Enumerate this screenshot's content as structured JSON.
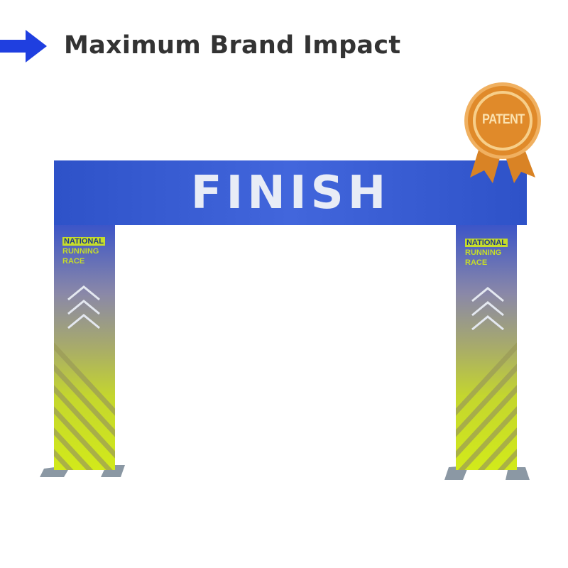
{
  "headline": "Maximum Brand Impact",
  "arch": {
    "banner_text": "FINISH",
    "left_leg": {
      "line1": "NATIONAL",
      "line2": "RUNNING",
      "line3": "RACE"
    },
    "right_leg": {
      "line1": "NATIONAL",
      "line2": "RUNNING",
      "line3": "RACE"
    }
  },
  "badge": {
    "text": "PATENT"
  },
  "colors": {
    "arrow": "#1f3fe0",
    "banner": "#3a5fd6",
    "lime": "#c6dd2a",
    "badge": "#e08a2a"
  }
}
